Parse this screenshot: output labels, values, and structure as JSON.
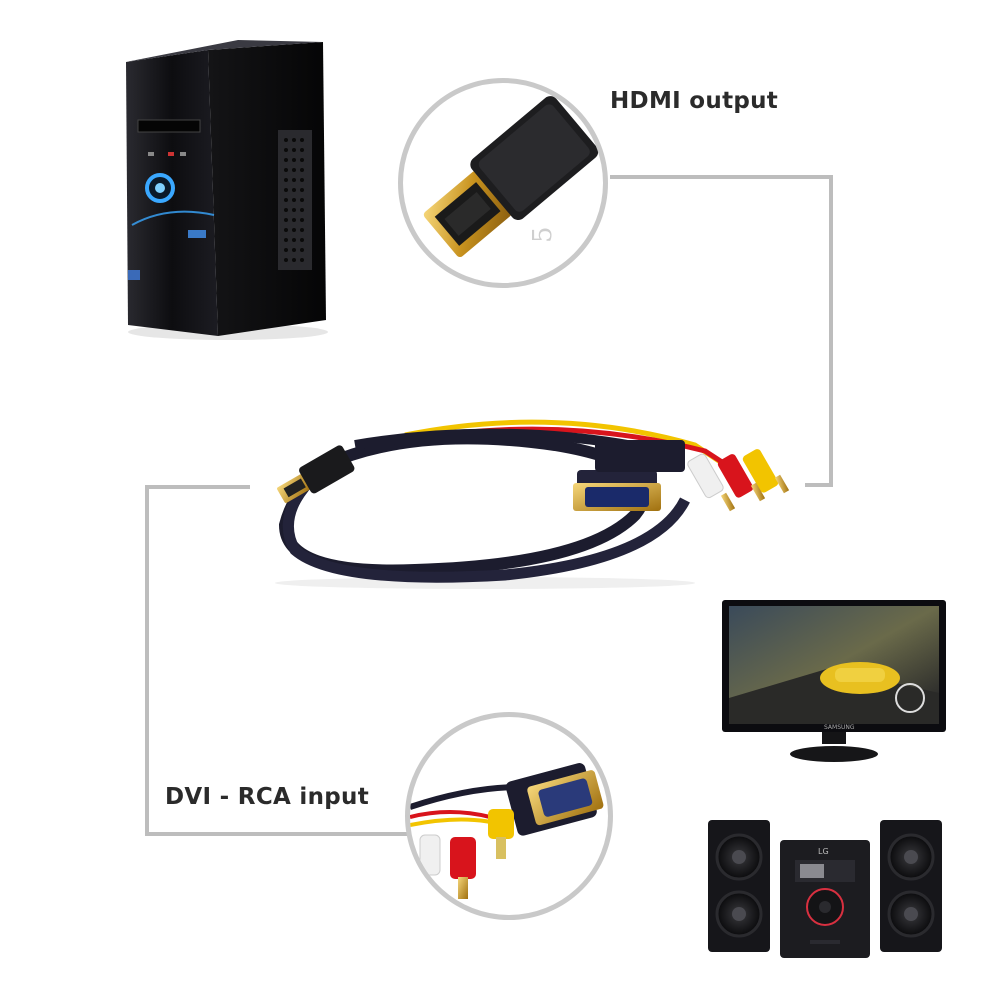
{
  "labels": {
    "hdmi_output": "HDMI output",
    "dvi_rca_input": "DVI - RCA input"
  },
  "device_text": {
    "monitor_brand": "SAMSUNG",
    "stereo_brand": "LG",
    "hdmi_plug_marking": "5"
  },
  "colors": {
    "connector_line": "#bdbdbd",
    "lens_border": "#c9c9c9",
    "cable": "#1c1c2e",
    "rca_red": "#d8141c",
    "rca_yellow": "#f2c400",
    "rca_white": "#f0f0f0",
    "gold": "#d4a52a"
  },
  "icons": [
    "pc-tower-icon",
    "hdmi-plug-icon",
    "vga-plug-icon",
    "monitor-icon",
    "stereo-system-icon"
  ]
}
